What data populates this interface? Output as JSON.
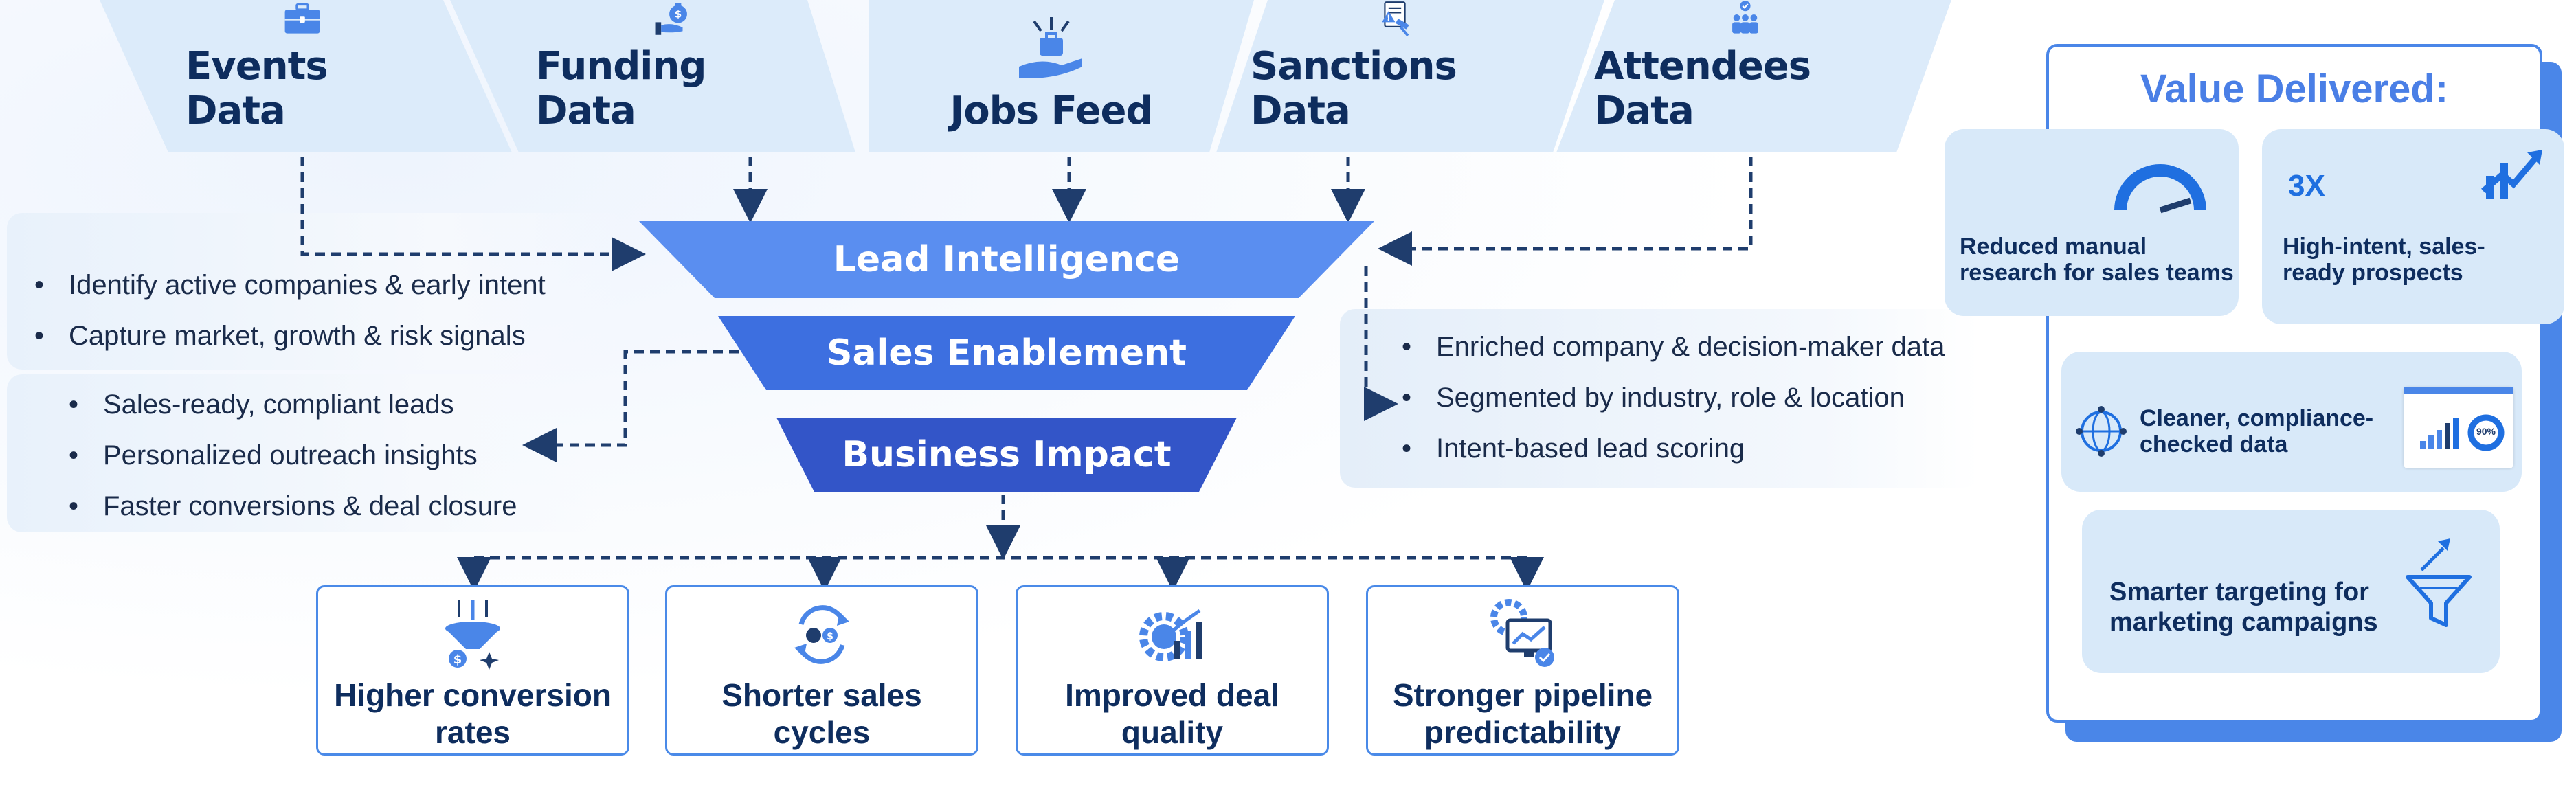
{
  "sources": [
    {
      "label": "Events Data",
      "icon": "briefcase-icon"
    },
    {
      "label": "Funding Data",
      "icon": "money-bag-hand-icon"
    },
    {
      "label": "Jobs Feed",
      "icon": "hand-briefcase-icon"
    },
    {
      "label": "Sanctions Data",
      "icon": "document-gavel-icon"
    },
    {
      "label": "Attendees Data",
      "icon": "people-check-icon"
    }
  ],
  "funnel": {
    "stage1": "Lead Intelligence",
    "stage2": "Sales Enablement",
    "stage3": "Business Impact"
  },
  "left_top_bullets": [
    "Identify active companies & early intent",
    "Capture market, growth & risk signals"
  ],
  "left_bottom_bullets": [
    "Sales-ready, compliant leads",
    "Personalized outreach insights",
    "Faster conversions & deal closure"
  ],
  "right_bullets": [
    "Enriched company & decision-maker data",
    "Segmented by industry, role & location",
    "Intent-based lead scoring"
  ],
  "outcomes": [
    {
      "line1": "Higher conversion",
      "line2": "rates",
      "icon": "conversion-funnel-icon"
    },
    {
      "line1": "Shorter sales",
      "line2": "cycles",
      "icon": "cycle-coins-icon"
    },
    {
      "line1": "Improved deal",
      "line2": "quality",
      "icon": "gear-chart-icon"
    },
    {
      "line1": "Stronger pipeline",
      "line2": "predictability",
      "icon": "gear-monitor-icon"
    }
  ],
  "value": {
    "title": "Value Delivered:",
    "tile1": {
      "line1": "Reduced manual",
      "line2": "research for sales teams",
      "icon": "gauge-icon"
    },
    "tile2": {
      "badge": "3X",
      "line1": "High-intent, sales-",
      "line2": "ready prospects",
      "icon": "growth-chart-icon"
    },
    "tile3": {
      "line1": "Cleaner, compliance-",
      "line2": "checked data",
      "icon": "globe-network-icon",
      "mini_badge": "90%"
    },
    "tile4": {
      "line1": "Smarter targeting for",
      "line2": "marketing campaigns",
      "icon": "funnel-arrow-icon"
    }
  },
  "colors": {
    "banner": "#dcebfa",
    "funnel_top": "#5a8ef0",
    "funnel_mid": "#3d6fe0",
    "funnel_bottom": "#3355c8",
    "accent": "#4a86e8",
    "dark_text": "#0e2d5e",
    "arrow": "#1f3d6d"
  }
}
